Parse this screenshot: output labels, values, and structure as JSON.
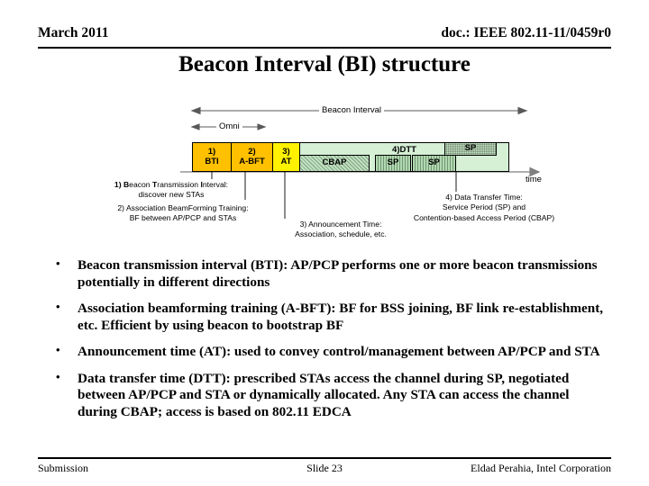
{
  "header": {
    "date": "March 2011",
    "doc": "doc.: IEEE 802.11-11/0459r0"
  },
  "title": "Beacon Interval (BI) structure",
  "diagram": {
    "arrows": {
      "beacon_interval_label": "Beacon Interval",
      "omni_label": "Omni",
      "time_axis_label": "time"
    },
    "timeline": {
      "boxes": [
        {
          "num": "1)",
          "name": "BTI",
          "color": "#FFC000"
        },
        {
          "num": "2)",
          "name": "A-BFT",
          "color": "#FFC000"
        },
        {
          "num": "3)",
          "name": "AT",
          "color": "#FFF200"
        }
      ],
      "dtt": {
        "label": "4)DTT",
        "color": "#D5F0D5",
        "cbap_label": "CBAP",
        "sp_label_1": "SP",
        "sp_label_2": "SP",
        "sp_label_top": "SP"
      }
    },
    "annotations": {
      "a1_line1_bold": "1) B",
      "a1_line1_rest": "eacon ",
      "a1_line1_b2": "T",
      "a1_line1_rest2": "ransmission ",
      "a1_line1_b3": "I",
      "a1_line1_rest3": "nterval:",
      "a1_line2": "discover new STAs",
      "a2_line1": "2) Association BeamForming Training:",
      "a2_line2": "BF between AP/PCP and STAs",
      "a3_line1": "3) Announcement Time:",
      "a3_line2": "Association, schedule, etc.",
      "a4_line1": "4) Data Transfer Time:",
      "a4_line2": "Service Period (SP) and",
      "a4_line3": "Contention-based Access Period (CBAP)"
    }
  },
  "bullets": [
    "Beacon transmission interval (BTI): AP/PCP performs one or more beacon transmissions potentially in different directions",
    "Association beamforming training (A-BFT): BF for BSS joining, BF link re-establishment, etc. Efficient by using beacon to bootstrap BF",
    "Announcement time (AT): used to convey control/management between AP/PCP and STA",
    "Data transfer time (DTT): prescribed STAs access the channel during SP, negotiated between AP/PCP and STA or dynamically allocated.  Any STA can access the channel during CBAP; access is based on 802.11 EDCA"
  ],
  "footer": {
    "left": "Submission",
    "center": "Slide 23",
    "right": "Eldad Perahia, Intel Corporation"
  },
  "colors": {
    "orange": "#FFC000",
    "yellow": "#FFF200",
    "green_light": "#D5F0D5",
    "green_mid": "#AFD9AF",
    "line": "#595959"
  }
}
